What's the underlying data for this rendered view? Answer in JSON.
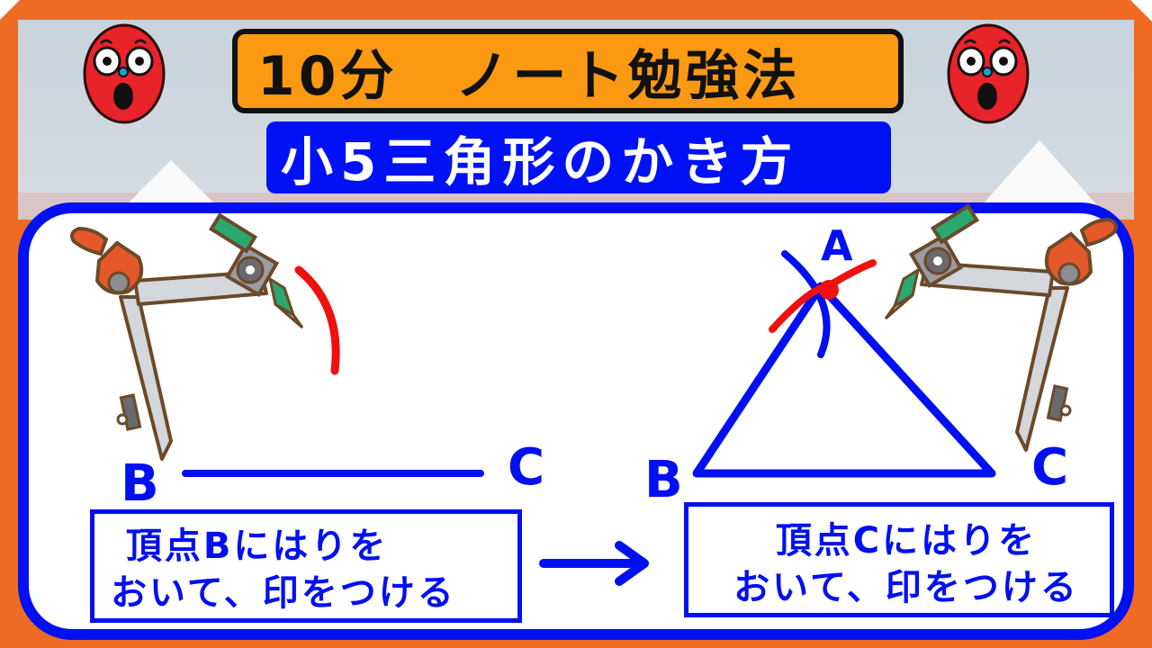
{
  "header": {
    "title": "10分　ノート勉強法",
    "subtitle": "小5三角形のかき方"
  },
  "colors": {
    "frame_orange": "#ef6a22",
    "title_bg": "#fb9a12",
    "subtitle_bg": "#0012f5",
    "diagram_blue": "#0010f0",
    "mark_red": "#f01010",
    "face_red": "#e8232a"
  },
  "icons": {
    "left_face": "surprised-face-icon",
    "right_face": "surprised-face-icon",
    "compass": "compass-icon",
    "arrow": "right-arrow-icon"
  },
  "step1": {
    "vertex_b": "B",
    "vertex_c": "C",
    "caption_line1": " 頂点Bにはりを",
    "caption_line2": "おいて、印をつける"
  },
  "step2": {
    "vertex_a": "A",
    "vertex_b": "B",
    "vertex_c": "C",
    "caption_line1": "頂点Cにはりを",
    "caption_line2": "おいて、印をつける"
  }
}
